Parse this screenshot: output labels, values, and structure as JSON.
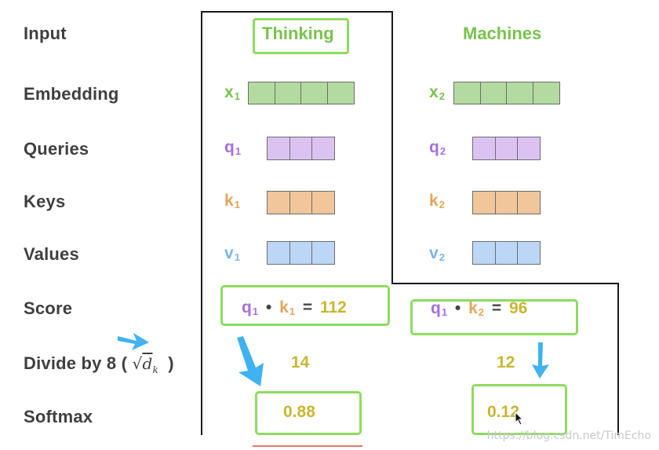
{
  "row_labels": {
    "input": "Input",
    "embedding": "Embedding",
    "queries": "Queries",
    "keys": "Keys",
    "values": "Values",
    "score": "Score",
    "divide_prefix": "Divide by 8 (",
    "divide_sqrt": "d",
    "divide_sqrt_sub": "k",
    "divide_suffix": ")",
    "softmax": "Softmax"
  },
  "words": {
    "first": "Thinking",
    "second": "Machines"
  },
  "vectors": {
    "x1": {
      "letter": "x",
      "index": "1",
      "cells": 4,
      "color": "#b3dba0"
    },
    "x2": {
      "letter": "x",
      "index": "2",
      "cells": 4,
      "color": "#b3dba0"
    },
    "q1": {
      "letter": "q",
      "index": "1",
      "cells": 3,
      "color": "#dcc2f1"
    },
    "q2": {
      "letter": "q",
      "index": "2",
      "cells": 3,
      "color": "#dcc2f1"
    },
    "k1": {
      "letter": "k",
      "index": "1",
      "cells": 3,
      "color": "#f1c69a"
    },
    "k2": {
      "letter": "k",
      "index": "2",
      "cells": 3,
      "color": "#f1c69a"
    },
    "v1": {
      "letter": "v",
      "index": "1",
      "cells": 3,
      "color": "#bcd6f6"
    },
    "v2": {
      "letter": "v",
      "index": "2",
      "cells": 3,
      "color": "#bcd6f6"
    }
  },
  "score1": {
    "q": "q",
    "q_index": "1",
    "dot": "•",
    "k": "k",
    "k_index": "1",
    "eq": "=",
    "value": "112"
  },
  "score2": {
    "q": "q",
    "q_index": "1",
    "dot": "•",
    "k": "k",
    "k_index": "2",
    "eq": "=",
    "value": "96"
  },
  "divided": {
    "first": "14",
    "second": "12"
  },
  "softmax_values": {
    "first": "0.88",
    "second": "0.12"
  },
  "colors": {
    "green": "#79c24c",
    "purple": "#a86ee0",
    "orange": "#e5a45c",
    "blue": "#7bb5ec",
    "gold": "#c8b631",
    "arrow": "#3fb2f0",
    "box": "#8edb5f"
  },
  "watermark": "https://blog.csdn.net/TimEcho"
}
